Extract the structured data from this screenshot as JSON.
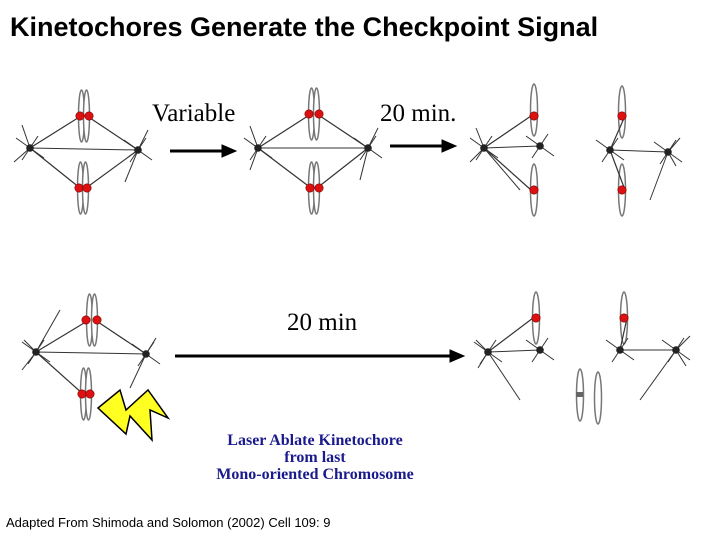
{
  "title": "Kinetochores Generate the Checkpoint Signal",
  "labels": {
    "variable": "Variable",
    "twenty_min_top": "20 min.",
    "twenty_min_bottom": "20 min"
  },
  "laser": {
    "line1": "Laser Ablate Kinetochore",
    "line2": "from last",
    "line3": "Mono-oriented Chromosome"
  },
  "citation": "Adapted From Shimoda and Solomon (2002) Cell 109: 9",
  "colors": {
    "kinetochore": "#dd1111",
    "laser_fill": "#ffff22",
    "laser_text": "#1a1a8c",
    "arrow": "#000000"
  }
}
